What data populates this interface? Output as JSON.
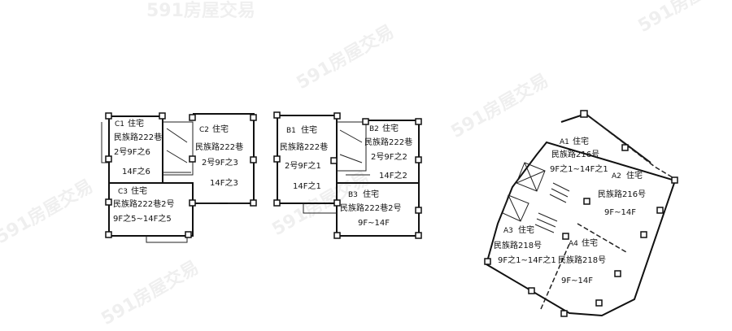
{
  "watermark": "591房屋交易",
  "plans": [
    {
      "name": "building-c",
      "units": [
        {
          "code": "C1",
          "use": "住宅",
          "address": "民族路222巷",
          "floors_from": "2号9F之6",
          "floors_to": "14F之6"
        },
        {
          "code": "C2",
          "use": "住宅",
          "address": "民族路222巷",
          "floors_from": "2号9F之3",
          "floors_to": "14F之3"
        },
        {
          "code": "C3",
          "use": "住宅",
          "address": "民族路222巷2号",
          "floors_from": "9F之5~14F之5",
          "floors_to": ""
        }
      ]
    },
    {
      "name": "building-b",
      "units": [
        {
          "code": "B1",
          "use": "住宅",
          "address": "民族路222巷",
          "floors_from": "2号9F之1",
          "floors_to": "14F之1"
        },
        {
          "code": "B2",
          "use": "住宅",
          "address": "民族路222巷",
          "floors_from": "2号9F之2",
          "floors_to": "14F之2"
        },
        {
          "code": "B3",
          "use": "住宅",
          "address": "民族路222巷2号",
          "floors_from": "9F~14F",
          "floors_to": ""
        }
      ]
    },
    {
      "name": "building-a",
      "units": [
        {
          "code": "A1",
          "use": "住宅",
          "address": "民族路216号",
          "floors_from": "9F之1~14F之1",
          "floors_to": ""
        },
        {
          "code": "A2",
          "use": "住宅",
          "address": "民族路216号",
          "floors_from": "9F~14F",
          "floors_to": ""
        },
        {
          "code": "A3",
          "use": "住宅",
          "address": "民族路218号",
          "floors_from": "9F之1~14F之1",
          "floors_to": ""
        },
        {
          "code": "A4",
          "use": "住宅",
          "address": "民族路218号",
          "floors_from": "9F~14F",
          "floors_to": ""
        }
      ]
    }
  ]
}
